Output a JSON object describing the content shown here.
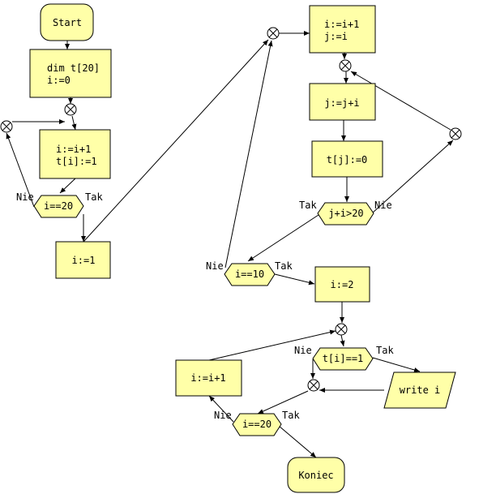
{
  "nodes": {
    "start": "Start",
    "init_1": "dim t[20]",
    "init_2": "i:=0",
    "loop1_1": "i:=i+1",
    "loop1_2": "t[i]:=1",
    "cond1": "i==20",
    "set_i1": "i:=1",
    "inc_ij_1": "i:=i+1",
    "inc_ij_2": "j:=i",
    "j_inc": "j:=j+i",
    "t_zero": "t[j]:=0",
    "cond_j": "j+i>20",
    "cond_i10": "i==10",
    "set_i2": "i:=2",
    "cond_t": "t[i]==1",
    "write": "write i",
    "inc_i": "i:=i+1",
    "cond_i20": "i==20",
    "end": "Koniec"
  },
  "labels": {
    "yes": "Tak",
    "no": "Nie"
  },
  "colors": {
    "fill": "#ffffa8",
    "stroke": "#000000"
  }
}
